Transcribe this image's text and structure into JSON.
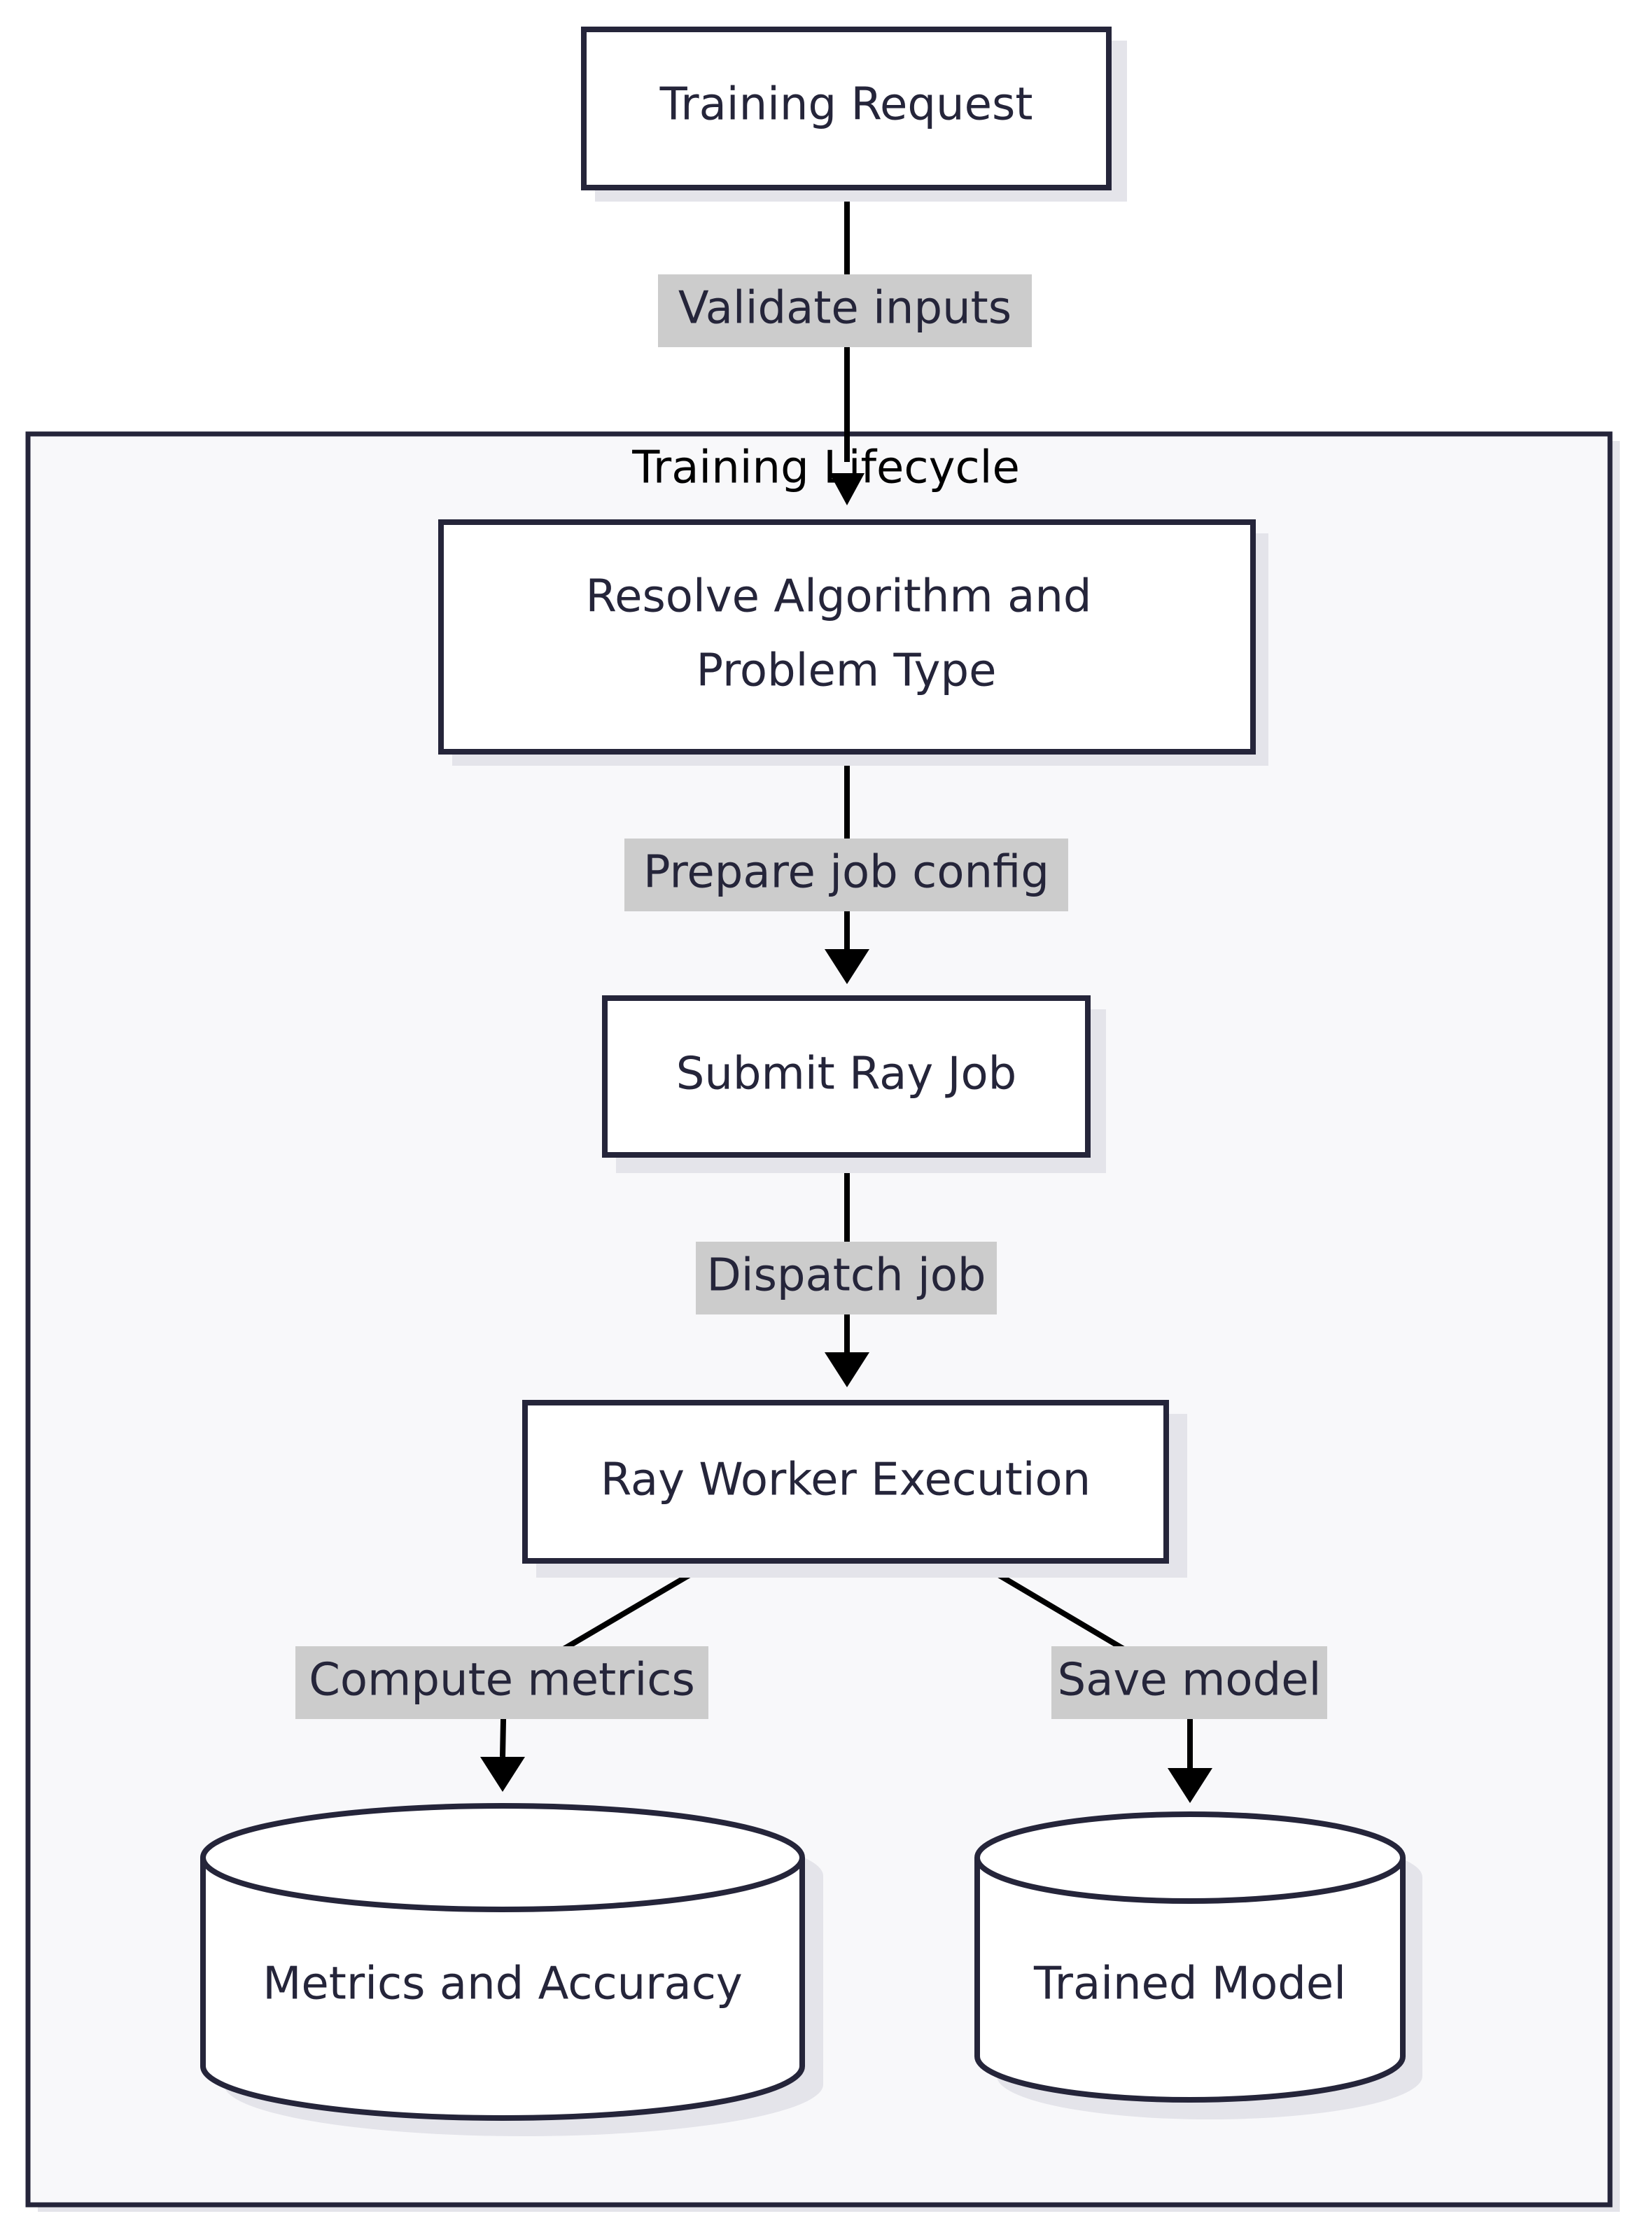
{
  "colors": {
    "node_fill": "#ffffff",
    "node_stroke": "#25253a",
    "shadow": "#e4e4ea",
    "group_fill": "#f8f8fa",
    "group_stroke": "#25253a",
    "edge": "#000000",
    "edge_label_bg": "#cccccc",
    "text": "#25253a"
  },
  "group": {
    "label": "Training Lifecycle"
  },
  "nodes": {
    "training_request": {
      "label": "Training Request",
      "shape": "rectangle"
    },
    "resolve": {
      "line1": "Resolve Algorithm and",
      "line2": "Problem Type",
      "shape": "rectangle"
    },
    "submit": {
      "label": "Submit Ray Job",
      "shape": "rectangle"
    },
    "execution": {
      "label": "Ray Worker Execution",
      "shape": "rectangle"
    },
    "metrics": {
      "label": "Metrics and Accuracy",
      "shape": "cylinder"
    },
    "model": {
      "label": "Trained Model",
      "shape": "cylinder"
    }
  },
  "edges": {
    "validate": {
      "label": "Validate inputs",
      "from": "training_request",
      "to": "resolve"
    },
    "prepare": {
      "label": "Prepare job config",
      "from": "resolve",
      "to": "submit"
    },
    "dispatch": {
      "label": "Dispatch job",
      "from": "submit",
      "to": "execution"
    },
    "compute": {
      "label": "Compute metrics",
      "from": "execution",
      "to": "metrics"
    },
    "save": {
      "label": "Save model",
      "from": "execution",
      "to": "model"
    }
  }
}
